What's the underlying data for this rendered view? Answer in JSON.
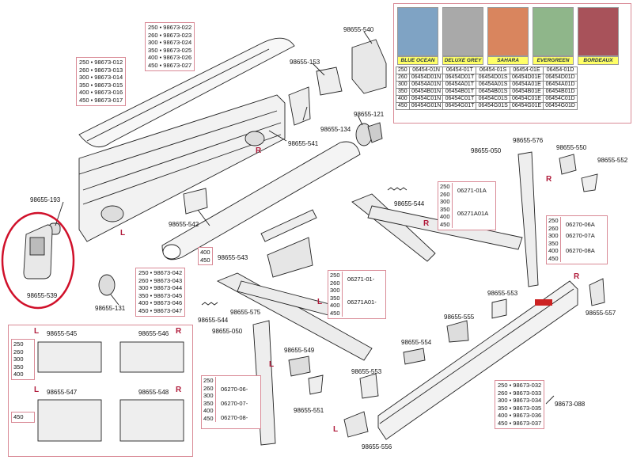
{
  "side_marks": {
    "R": "R",
    "L": "L"
  },
  "parts": {
    "p540": "98655-540",
    "p153": "98655-153",
    "p134": "98655-134",
    "p121": "98655-121",
    "p541": "98655-541",
    "p193": "98655-193",
    "p539": "98655-539",
    "p542": "98655-542",
    "p131": "98655-131",
    "p543": "98655-543",
    "p544a": "98655-544",
    "p544b": "98655-544",
    "p575": "98655-575",
    "p050a": "98655-050",
    "p050b": "98655-050",
    "p576": "98655-576",
    "p550": "98655-550",
    "p552": "98655-552",
    "p553a": "98655-553",
    "p553b": "98655-553",
    "p555": "98655-555",
    "p554": "98655-554",
    "p549": "98655-549",
    "p551": "98655-551",
    "p556": "98655-556",
    "p557": "98655-557",
    "p545": "98655-545",
    "p546": "98655-546",
    "p547": "98655-547",
    "p548": "98655-548",
    "p088": "98673-088"
  },
  "lists": {
    "top_cover": [
      "250 • 98673-022",
      "260 • 98673-023",
      "300 • 98673-024",
      "350 • 98673-025",
      "400 • 98673-026",
      "450 • 98673-027"
    ],
    "left_cover": [
      "250 • 98673-012",
      "260 • 98673-013",
      "300 • 98673-014",
      "350 • 98673-015",
      "400 • 98673-016",
      "450 • 98673-017"
    ],
    "roller": [
      "250 • 98673-042",
      "260 • 98673-043",
      "300 • 98673-044",
      "350 • 98673-045",
      "400 • 98673-046",
      "450 • 98673-047"
    ],
    "front_bar": [
      "250 • 98673-032",
      "260 • 98673-033",
      "300 • 98673-034",
      "350 • 98673-035",
      "400 • 98673-036",
      "450 • 98673-037"
    ]
  },
  "size_box_543": {
    "sizes": [
      "400",
      "450"
    ]
  },
  "arm_r": {
    "sizes": [
      "250",
      "260",
      "300",
      "350",
      "400",
      "450"
    ],
    "codes": [
      "06271-01A",
      "06271A01A"
    ]
  },
  "arm_l": {
    "sizes": [
      "250",
      "260",
      "300",
      "350",
      "400",
      "450"
    ],
    "codes": [
      "06271-01-",
      "06271A01-"
    ]
  },
  "leg_r": {
    "sizes": [
      "250",
      "260",
      "300",
      "350",
      "400",
      "450"
    ],
    "codes": [
      "06270-06A",
      "06270-07A",
      "06270-08A"
    ]
  },
  "leg_l": {
    "sizes": [
      "250",
      "260",
      "300",
      "350",
      "400",
      "450"
    ],
    "codes": [
      "06270-06-",
      "06270-07-",
      "06270-08-"
    ]
  },
  "bracket_sizes_top": [
    "250",
    "260",
    "300",
    "350",
    "400"
  ],
  "bracket_sizes_bottom": [
    "450"
  ],
  "fabric": {
    "colors": [
      {
        "name": "BLUE OCEAN",
        "hex": "#7fa3c4"
      },
      {
        "name": "DELUXE GREY",
        "hex": "#a9a9a9"
      },
      {
        "name": "SAHARA",
        "hex": "#d9855e"
      },
      {
        "name": "EVERGREEN",
        "hex": "#8fb68a"
      },
      {
        "name": "BORDEAUX",
        "hex": "#a8525a"
      }
    ],
    "rows": [
      [
        "250",
        "06454-01N",
        "06454-01T",
        "06454-01S",
        "06454-01E",
        "06454-01D"
      ],
      [
        "260",
        "06454D01N",
        "06454D01T",
        "06454D01S",
        "06454D01E",
        "06454D01D"
      ],
      [
        "300",
        "06454A01N",
        "06454A01T",
        "06454A01S",
        "06454A01E",
        "06454A01D"
      ],
      [
        "350",
        "06454B01N",
        "06454B01T",
        "06454B01S",
        "06454B01E",
        "06454B01D"
      ],
      [
        "400",
        "06454C01N",
        "06454C01T",
        "06454C01S",
        "06454C01E",
        "06454C01D"
      ],
      [
        "450",
        "06454G01N",
        "06454G01T",
        "06454G01S",
        "06454G01E",
        "06454G01D"
      ]
    ]
  },
  "highlight_color": "#d0102a"
}
